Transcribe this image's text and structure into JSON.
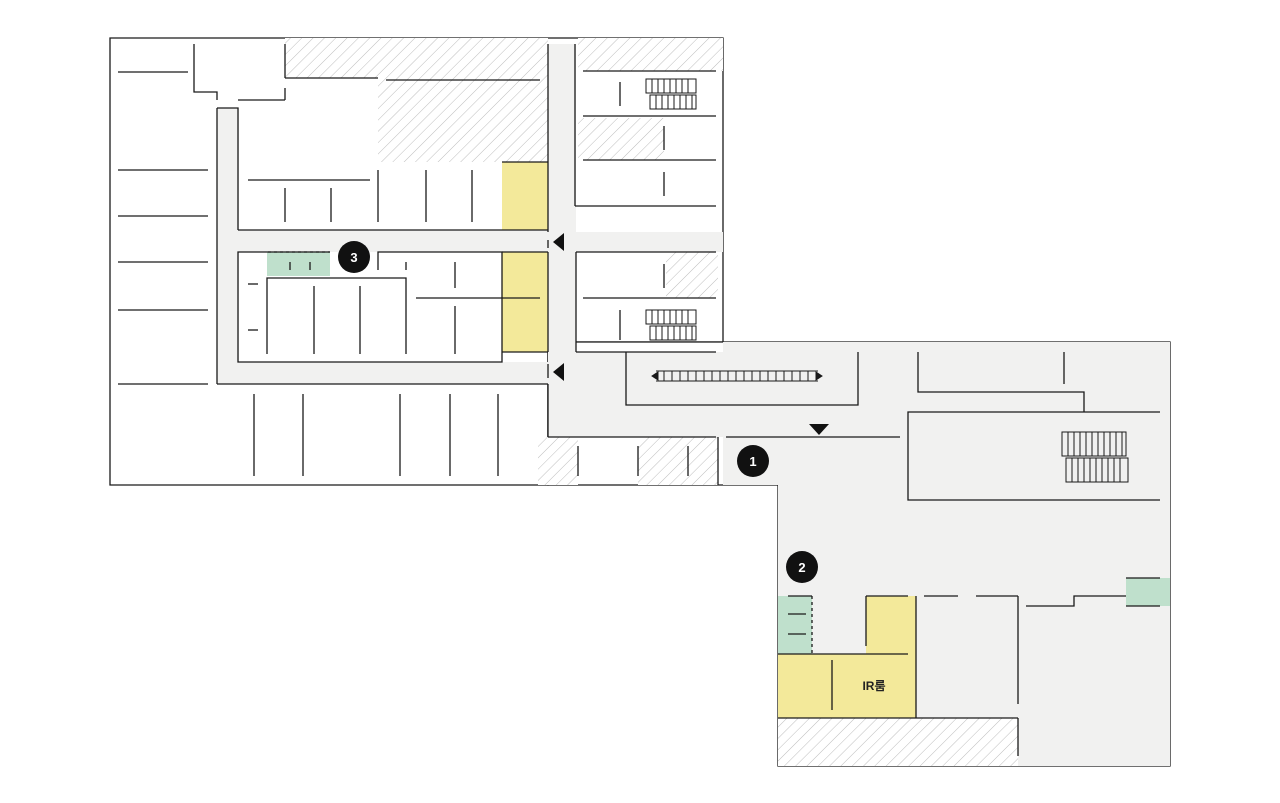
{
  "map": {
    "colors": {
      "corridor": "#f1f1f0",
      "wall": "#1a1a1a",
      "highlight": "#f3e99a",
      "restroom": "#bfe0cc",
      "marker": "#111111",
      "hatch": "#bdbdbd"
    },
    "markers": [
      {
        "id": "marker-1",
        "label": "1"
      },
      {
        "id": "marker-2",
        "label": "2"
      },
      {
        "id": "marker-3",
        "label": "3"
      }
    ],
    "rooms": {
      "ir_room": "IR룸"
    },
    "icons": {
      "entrance_arrows": "triangle-arrow-icon",
      "stairs": "stairs-icon",
      "escalator": "escalator-icon"
    }
  }
}
